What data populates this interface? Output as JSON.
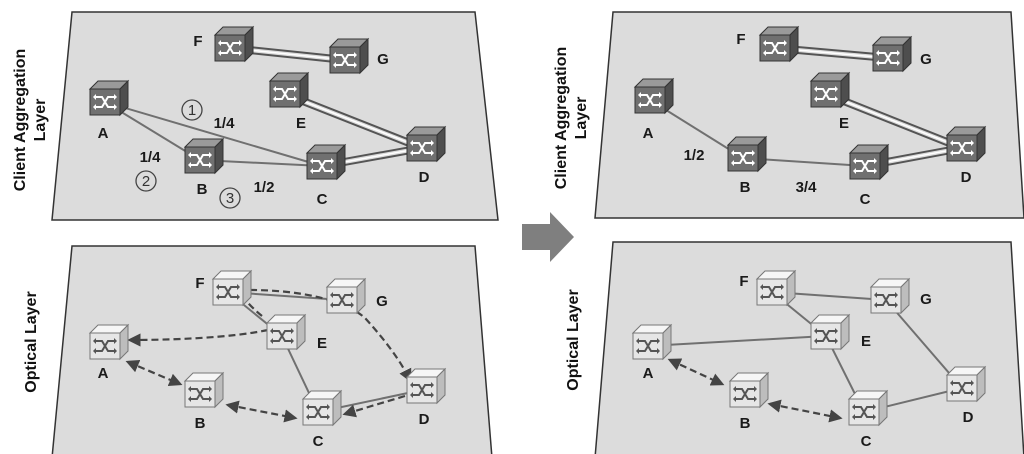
{
  "colors": {
    "plane_fill": "#dcdcdc",
    "plane_stroke": "#333333",
    "client_node_front": "#707070",
    "client_node_top": "#9a9a9a",
    "client_node_side": "#4e4e4e",
    "optical_node_front": "#e6e6e6",
    "optical_node_top": "#f6f6f6",
    "optical_node_side": "#bdbdbd",
    "link": "#707070",
    "dashed_path": "#444444",
    "arrow": "#7f7f7f"
  },
  "icons": {
    "node": "switch-icon",
    "transition": "right-arrow-icon"
  },
  "layer_labels": {
    "client_line1": "Client Aggregation",
    "client_line2": "Layer",
    "optical": "Optical Layer"
  },
  "node_labels": {
    "A": "A",
    "B": "B",
    "C": "C",
    "D": "D",
    "E": "E",
    "F": "F",
    "G": "G"
  },
  "before": {
    "client_edge_labels": {
      "ac": "1/4",
      "ab": "1/4",
      "bc": "1/2"
    },
    "step_markers": [
      "1",
      "2",
      "3"
    ]
  },
  "after": {
    "client_edge_labels": {
      "ab": "1/2",
      "bc": "3/4"
    }
  }
}
